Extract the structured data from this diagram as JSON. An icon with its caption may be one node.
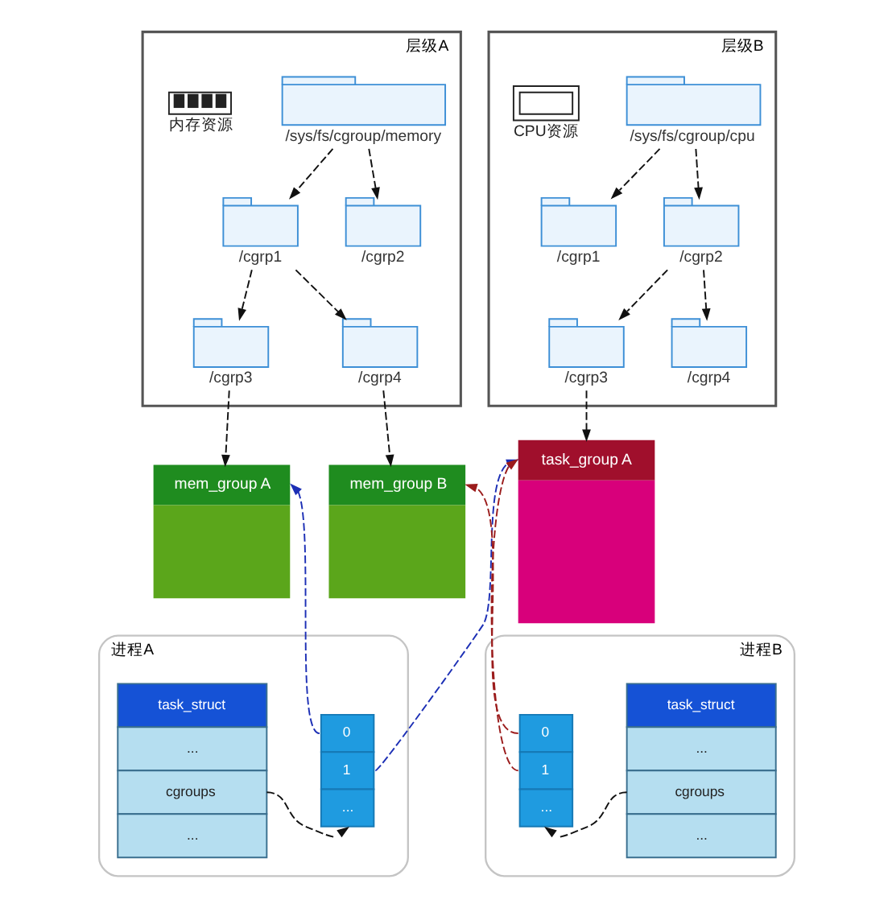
{
  "diagram": {
    "nodes": [
      {
        "text": [
          "层级A"
        ]
      },
      {
        "text": [
          "内存资源"
        ],
        "in": 0
      },
      {
        "text": [
          "/sys/fs/cgroup/memory"
        ],
        "in": 0
      },
      {
        "text": [
          "/cgrp1"
        ],
        "in": 0
      },
      {
        "text": [
          "/cgrp2"
        ],
        "in": 0
      },
      {
        "text": [
          "/cgrp3"
        ],
        "in": 0
      },
      {
        "text": [
          "/cgrp4"
        ],
        "in": 0
      },
      {
        "text": [
          "层级B"
        ]
      },
      {
        "text": [
          "CPU资源"
        ],
        "in": 7
      },
      {
        "text": [
          "/sys/fs/cgroup/cpu"
        ],
        "in": 7
      },
      {
        "text": [
          "/cgrp1"
        ],
        "in": 7
      },
      {
        "text": [
          "/cgrp2"
        ],
        "in": 7
      },
      {
        "text": [
          "/cgrp3"
        ],
        "in": 7
      },
      {
        "text": [
          "/cgrp4"
        ],
        "in": 7
      },
      {
        "text": [
          "mem_group A"
        ]
      },
      {
        "text": [
          "mem_group B"
        ]
      },
      {
        "text": [
          "task_group A"
        ]
      },
      {
        "text": [
          "进程A"
        ]
      },
      {
        "text": [
          "task_struct",
          "...",
          "cgroups",
          "..."
        ],
        "in": 17
      },
      {
        "text": [
          "0",
          "1",
          "..."
        ],
        "in": 17
      },
      {
        "text": [
          "进程B"
        ]
      },
      {
        "text": [
          "0",
          "1",
          "..."
        ],
        "in": 20
      },
      {
        "text": [
          "task_struct",
          "...",
          "cgroups",
          "..."
        ],
        "in": 20
      }
    ],
    "edges": [
      {
        "from": 2,
        "to": 3,
        "arrow": "to",
        "style": "dashed"
      },
      {
        "from": 2,
        "to": 4,
        "arrow": "to",
        "style": "dashed"
      },
      {
        "from": 3,
        "to": 5,
        "arrow": "to",
        "style": "dashed"
      },
      {
        "from": 3,
        "to": 6,
        "arrow": "to",
        "style": "dashed"
      },
      {
        "from": 9,
        "to": 10,
        "arrow": "to",
        "style": "dashed"
      },
      {
        "from": 9,
        "to": 11,
        "arrow": "to",
        "style": "dashed"
      },
      {
        "from": 11,
        "to": 12,
        "arrow": "to",
        "style": "dashed"
      },
      {
        "from": 11,
        "to": 13,
        "arrow": "to",
        "style": "dashed"
      },
      {
        "from": 5,
        "to": 14,
        "arrow": "to",
        "style": "dashed"
      },
      {
        "from": 6,
        "to": 15,
        "arrow": "to",
        "style": "dashed"
      },
      {
        "from": 12,
        "to": 16,
        "arrow": "to",
        "style": "dashed"
      },
      {
        "from": 18,
        "to": 19,
        "arrow": "to",
        "style": "dashed"
      },
      {
        "from": 19,
        "to": 14,
        "arrow": "to",
        "style": "dashed",
        "color": "#1c2fb5"
      },
      {
        "from": 19,
        "to": 16,
        "arrow": "to",
        "style": "dashed",
        "color": "#1c2fb5"
      },
      {
        "from": 22,
        "to": 21,
        "arrow": "to",
        "style": "dashed"
      },
      {
        "from": 21,
        "to": 15,
        "arrow": "to",
        "style": "dashed",
        "color": "#9b1c1c"
      },
      {
        "from": 21,
        "to": 16,
        "arrow": "to",
        "style": "dashed",
        "color": "#9b1c1c"
      }
    ]
  }
}
